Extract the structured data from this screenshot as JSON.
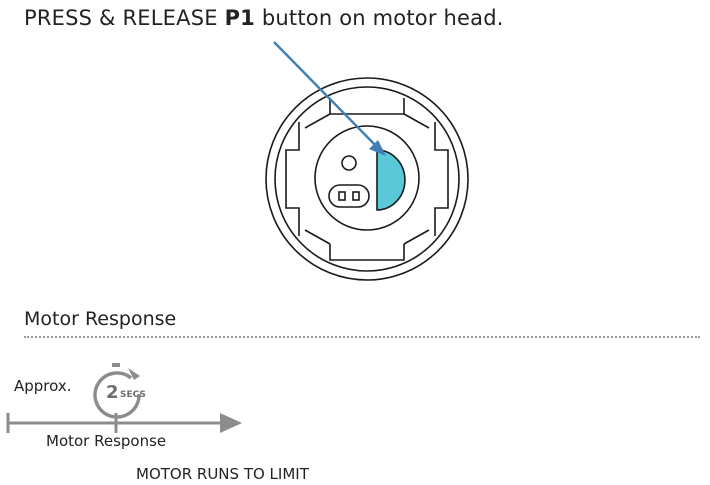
{
  "instruction": {
    "prefix": "PRESS & RELEASE ",
    "button_name": "P1",
    "suffix": " button on motor head."
  },
  "motor_response": {
    "title": "Motor Response",
    "approx": "Approx.",
    "timer_value": "2",
    "timer_unit": "SECS",
    "timeline_label": "Motor Response",
    "result": "MOTOR RUNS TO LIMIT"
  },
  "colors": {
    "button_highlight": "#5bc8d8",
    "arrow": "#3f7fb3",
    "line_art": "#1a1a1a",
    "timeline": "#8c8c8c"
  },
  "icons": {
    "timer": "stopwatch-icon",
    "arrow": "pointer-arrow-icon"
  }
}
